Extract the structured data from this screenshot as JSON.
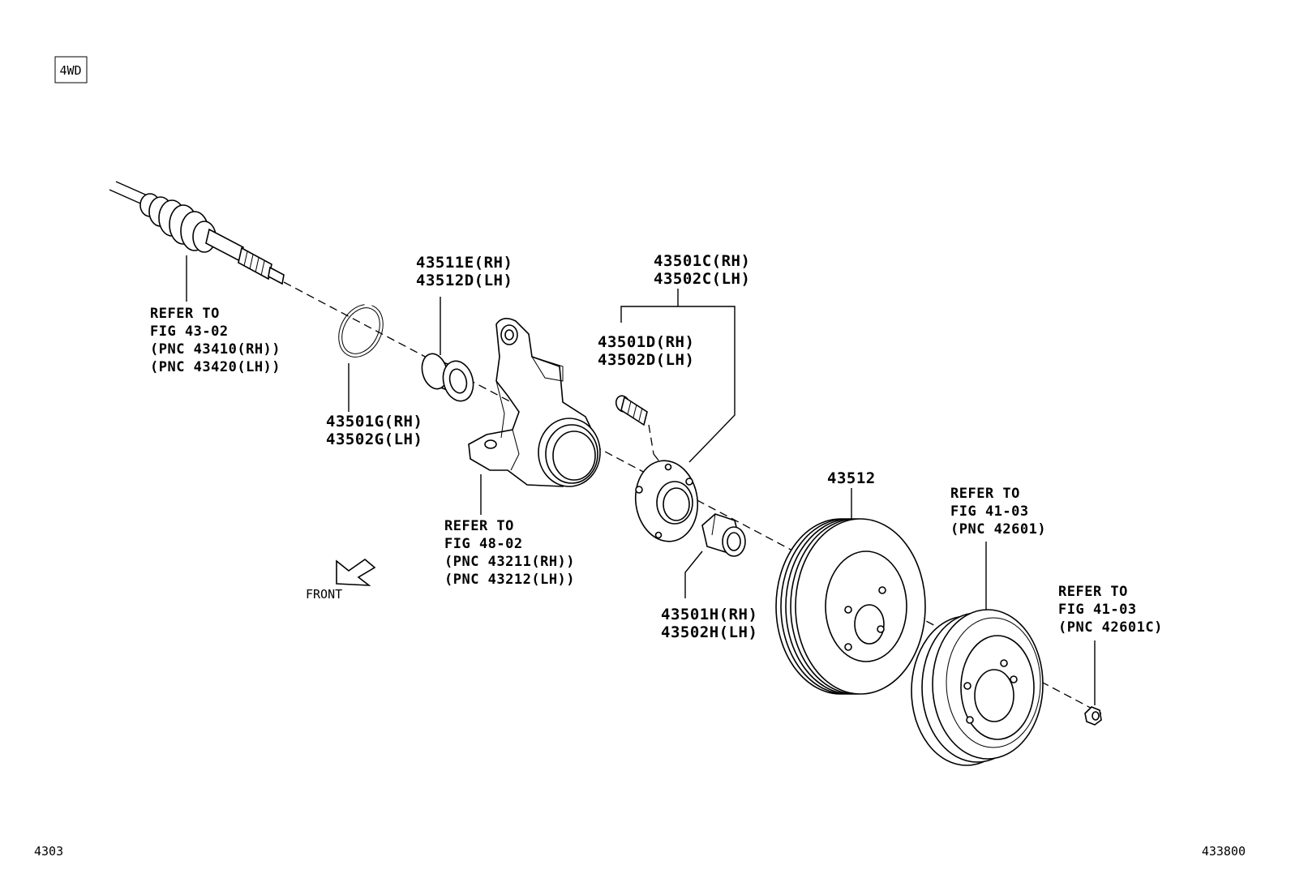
{
  "badge": "4WD",
  "footer": {
    "left": "4303",
    "right": "433800"
  },
  "front_label": "FRONT",
  "labels": {
    "driveshaft": [
      "REFER TO",
      "FIG 43-02",
      "(PNC 43410(RH))",
      "(PNC 43420(LH))"
    ],
    "snap_ring": [
      "43501G(RH)",
      "43502G(LH)"
    ],
    "bearing": [
      "43511E(RH)",
      "43512D(LH)"
    ],
    "knuckle": [
      "REFER TO",
      "FIG 48-02",
      "(PNC 43211(RH))",
      "(PNC 43212(LH))"
    ],
    "hub_group": [
      "43501C(RH)",
      "43502C(LH)"
    ],
    "hub_bolt": [
      "43501D(RH)",
      "43502D(LH)"
    ],
    "hub_nut": [
      "43501H(RH)",
      "43502H(LH)"
    ],
    "rotor": "43512",
    "drum": [
      "REFER TO",
      "FIG 41-03",
      "(PNC 42601)"
    ],
    "wheel_nut": [
      "REFER TO",
      "FIG 41-03",
      "(PNC 42601C)"
    ]
  }
}
